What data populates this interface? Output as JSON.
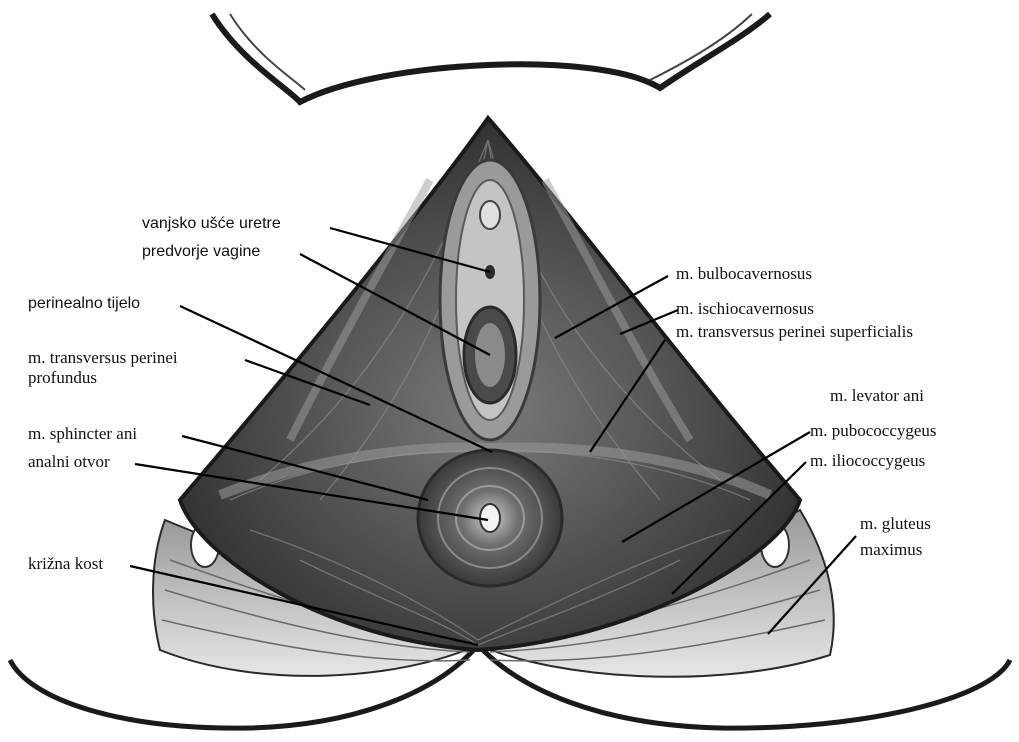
{
  "labels": {
    "urethra": "vanjsko ušće uretre",
    "vestibule": "predvorje vagine",
    "perineal_body": "perinealno tijelo",
    "deep_transverse_1": "m. transversus perinei",
    "deep_transverse_2": "profundus",
    "sphincter": "m. sphincter ani",
    "anus": "analni otvor",
    "sacrum": "križna kost",
    "bulbocavernosus": "m. bulbocavernosus",
    "ischiocavernosus": "m. ischiocavernosus",
    "superficial_transverse": "m. transversus perinei superficialis",
    "levator": "m. levator ani",
    "pubococcygeus": "m. pubococcygeus",
    "iliococcygeus": "m. iliococcygeus",
    "gluteus_1": "m. gluteus",
    "gluteus_2": "maximus"
  },
  "colors": {
    "outline": "#1a1a1a",
    "muscle_dark": "#3a3a3a",
    "muscle_mid": "#6a6a6a",
    "muscle_light": "#b5b5b5",
    "leader": "#000000"
  }
}
